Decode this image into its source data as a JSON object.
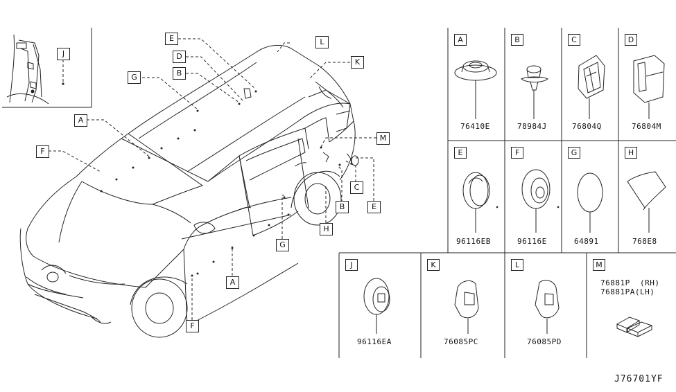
{
  "callouts": {
    "J": "J",
    "E": "E",
    "D": "D",
    "B": "B",
    "L": "L",
    "K": "K",
    "G": "G",
    "A": "A",
    "F": "F",
    "M": "M",
    "C": "C",
    "B2": "B",
    "E2": "E",
    "H": "H",
    "G2": "G",
    "A2": "A",
    "F2": "F"
  },
  "cells": {
    "A": {
      "letter": "A",
      "part": "76410E"
    },
    "B": {
      "letter": "B",
      "part": "78984J"
    },
    "C": {
      "letter": "C",
      "part": "76804Q"
    },
    "D": {
      "letter": "D",
      "part": "76804M"
    },
    "E": {
      "letter": "E",
      "part": "96116EB"
    },
    "F": {
      "letter": "F",
      "part": "96116E"
    },
    "G": {
      "letter": "G",
      "part": "64891"
    },
    "H": {
      "letter": "H",
      "part": "768E8"
    },
    "J": {
      "letter": "J",
      "part": "96116EA"
    },
    "K": {
      "letter": "K",
      "part": "76085PC"
    },
    "L": {
      "letter": "L",
      "part": "76085PD"
    },
    "M": {
      "letter": "M",
      "part_rh": "76881P  (RH)",
      "part_lh": "76881PA(LH)"
    }
  },
  "diagram_ref": "J76701YF"
}
